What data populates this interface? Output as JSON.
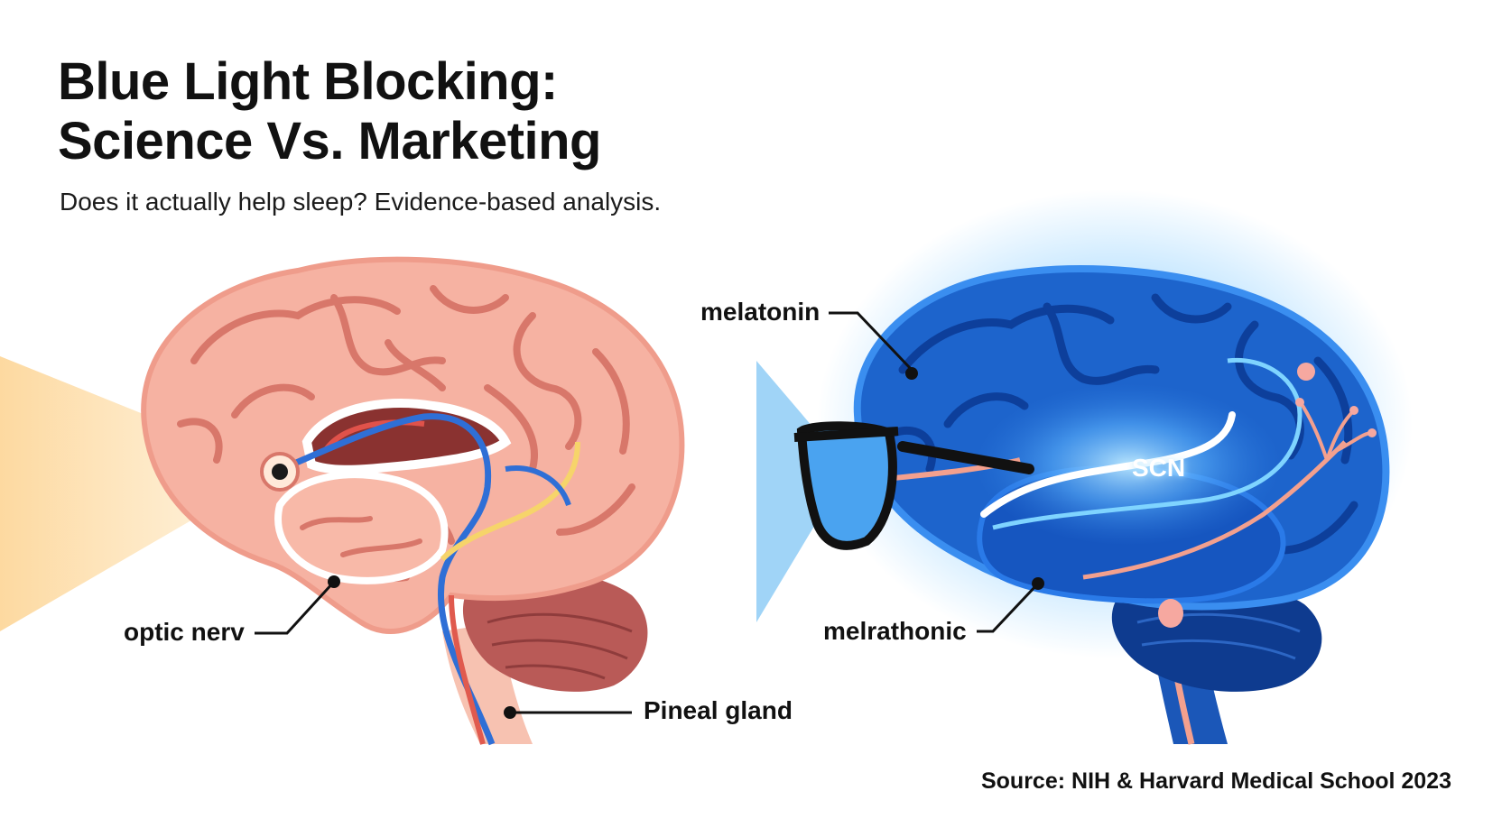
{
  "header": {
    "title_line1": "Blue Light Blocking:",
    "title_line2": "Science Vs. Marketing",
    "subtitle": "Does it actually help sleep? Evidence-based analysis."
  },
  "left_diagram": {
    "labels": {
      "optic_nerve": "optic nerv",
      "pineal_gland": "Pineal gland"
    },
    "colors": {
      "brain": "#f6b2a2",
      "fold": "#d8776a",
      "light_beam": "#fde0a6"
    }
  },
  "right_diagram": {
    "labels": {
      "melatonin": "melatonin",
      "melrathonic": "melrathonic",
      "scn": "SCN"
    },
    "colors": {
      "brain": "#1d64cc",
      "fold": "#0d3f9b",
      "glow": "#9fdcff",
      "light_beam": "#7fc3f5",
      "glasses": "#111111"
    }
  },
  "footer": {
    "source": "Source: NIH & Harvard Medical School 2023"
  }
}
